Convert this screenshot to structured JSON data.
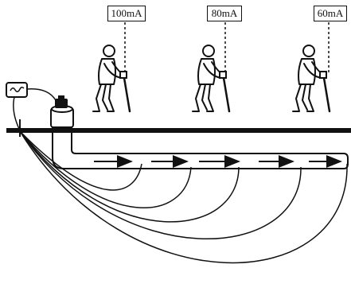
{
  "readings": [
    {
      "label": "100mA"
    },
    {
      "label": "80mA"
    },
    {
      "label": "60mA"
    }
  ],
  "colors": {
    "line": "#111111",
    "background": "#ffffff"
  },
  "icons": {
    "transmitter": "sine-wave-signal-generator",
    "operator": "person-holding-receiver"
  }
}
